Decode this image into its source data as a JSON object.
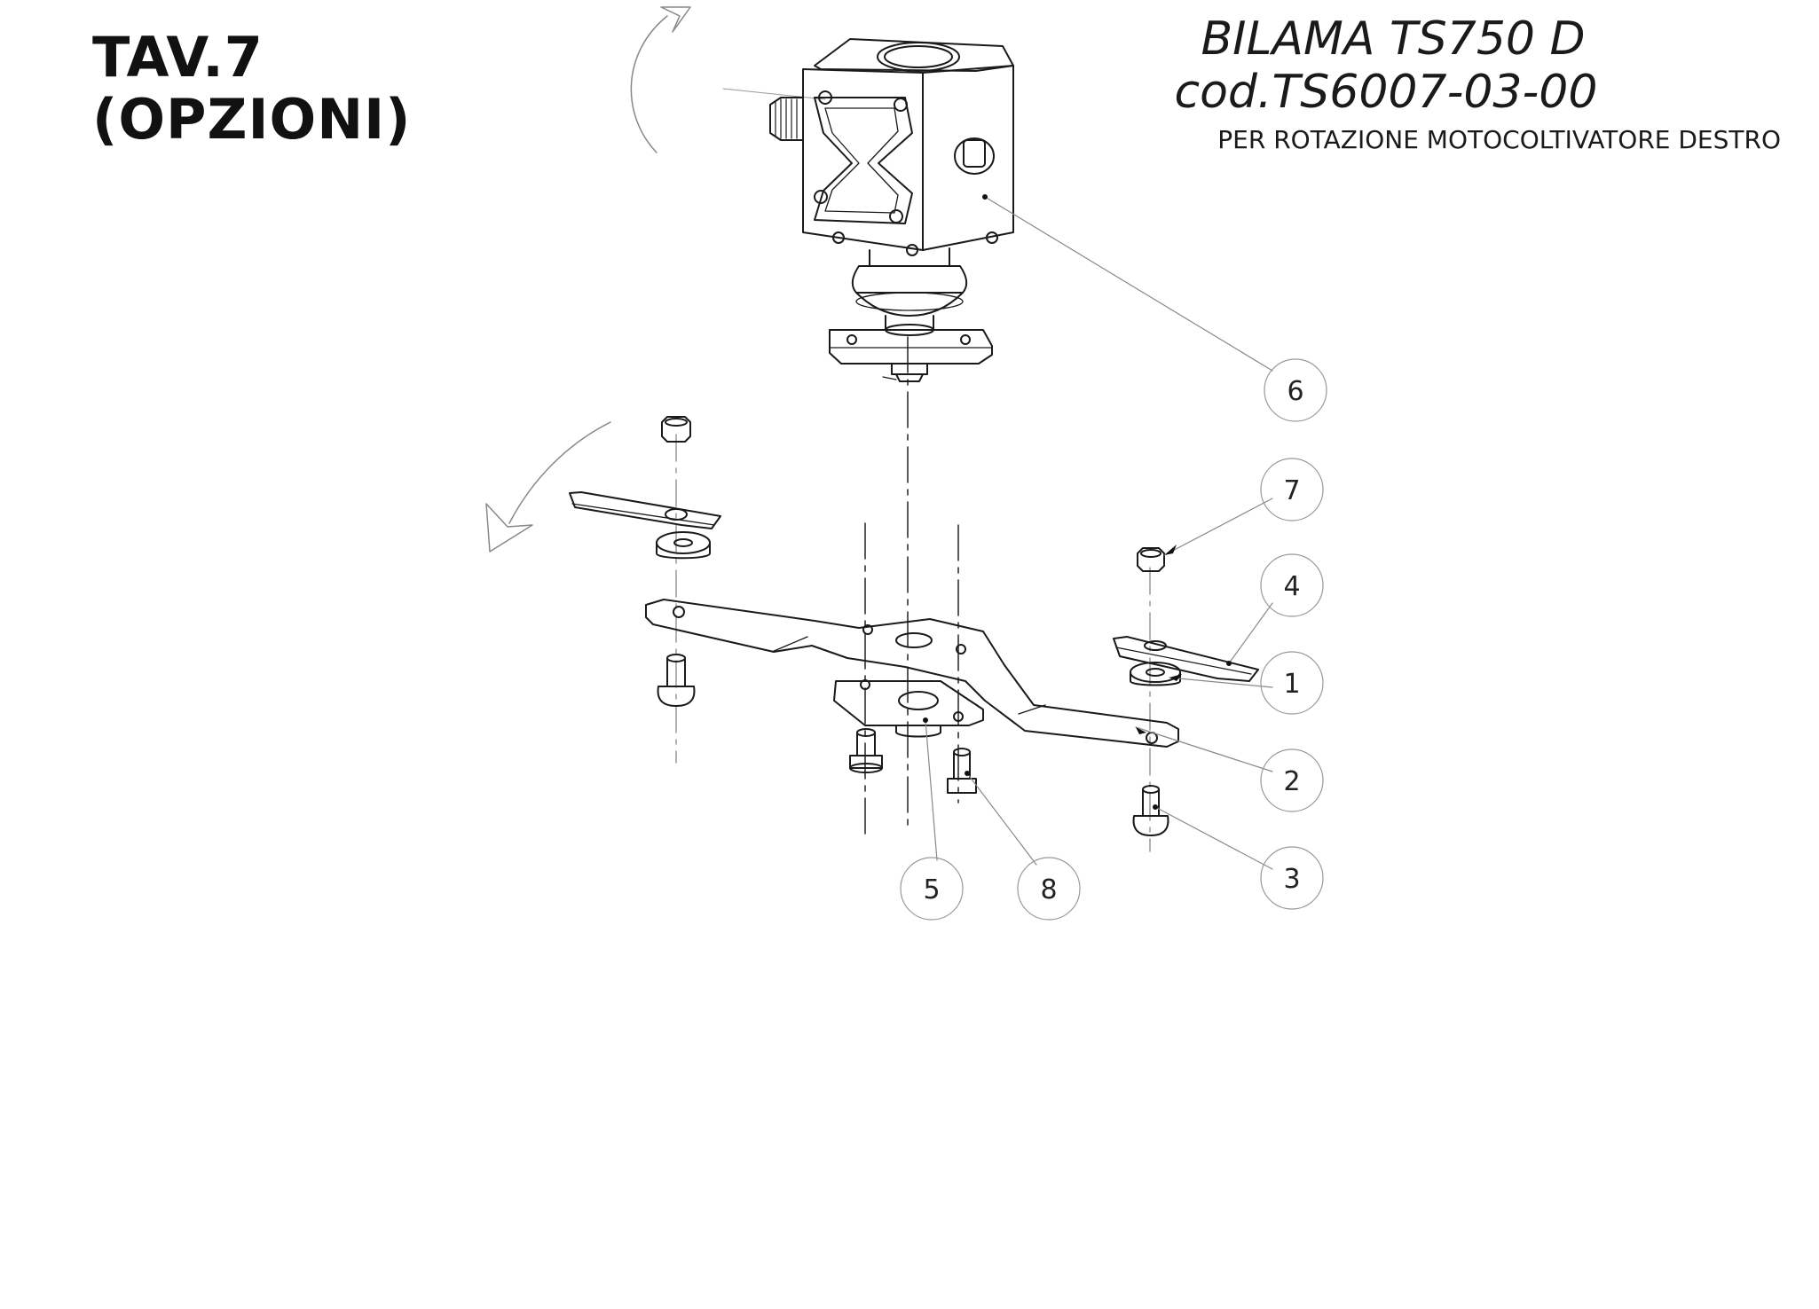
{
  "sheet": {
    "tav_line1": "TAV.7",
    "tav_line2": "(OPZIONI)"
  },
  "title": {
    "line1": "BILAMA TS750 D",
    "line2": "cod.TS6007-03-00",
    "line3": "PER ROTAZIONE MOTOCOLTIVATORE DESTRO"
  },
  "callouts": [
    "6",
    "7",
    "4",
    "1",
    "2",
    "3",
    "5",
    "8"
  ]
}
